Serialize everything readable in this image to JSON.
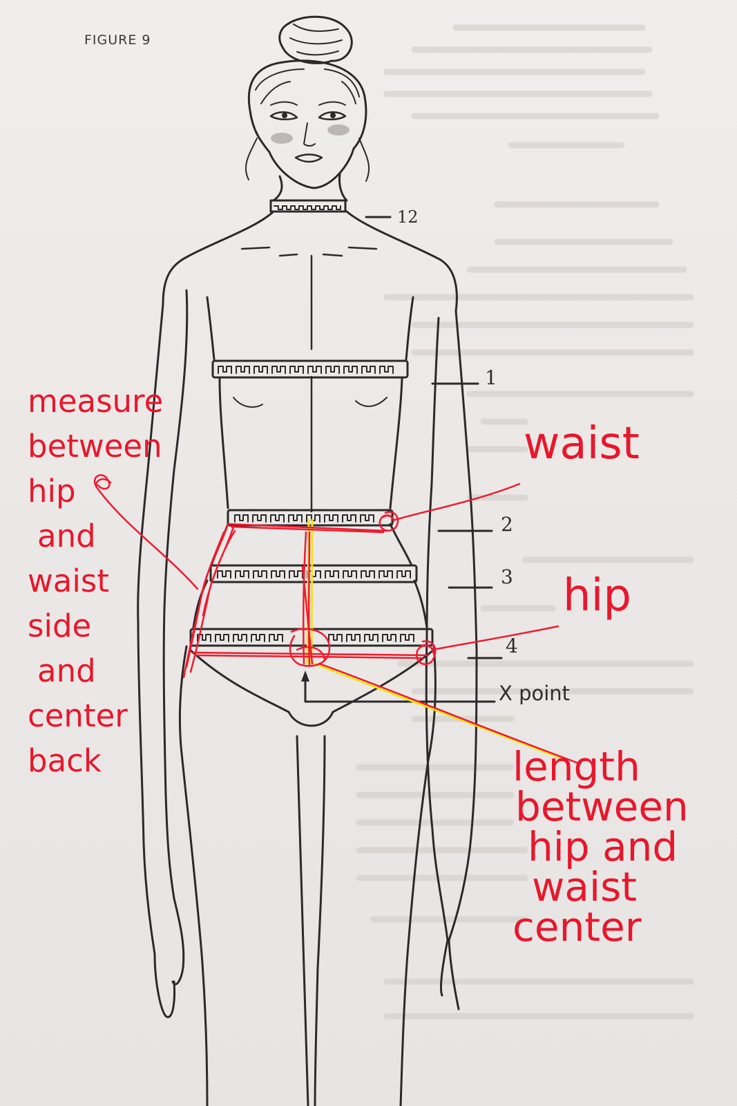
{
  "figure": {
    "label": "FIGURE 9"
  },
  "markers": {
    "m12": "12",
    "m1": "1",
    "m2": "2",
    "m3": "3",
    "m4": "4",
    "x_point": "X point"
  },
  "annotations": {
    "waist": "waist",
    "hip": "hip",
    "measure_lines": [
      "measure",
      "between",
      "hip",
      "and",
      "waist",
      "side",
      "and",
      "center",
      "back"
    ],
    "length_lines": [
      "length",
      "between",
      "hip and",
      "waist",
      "center"
    ]
  },
  "colors": {
    "annotation_red": "#ee1b2e",
    "annotation_yellow": "#f3e21a",
    "ink": "#2b2929",
    "paper": "#ece9e6"
  }
}
